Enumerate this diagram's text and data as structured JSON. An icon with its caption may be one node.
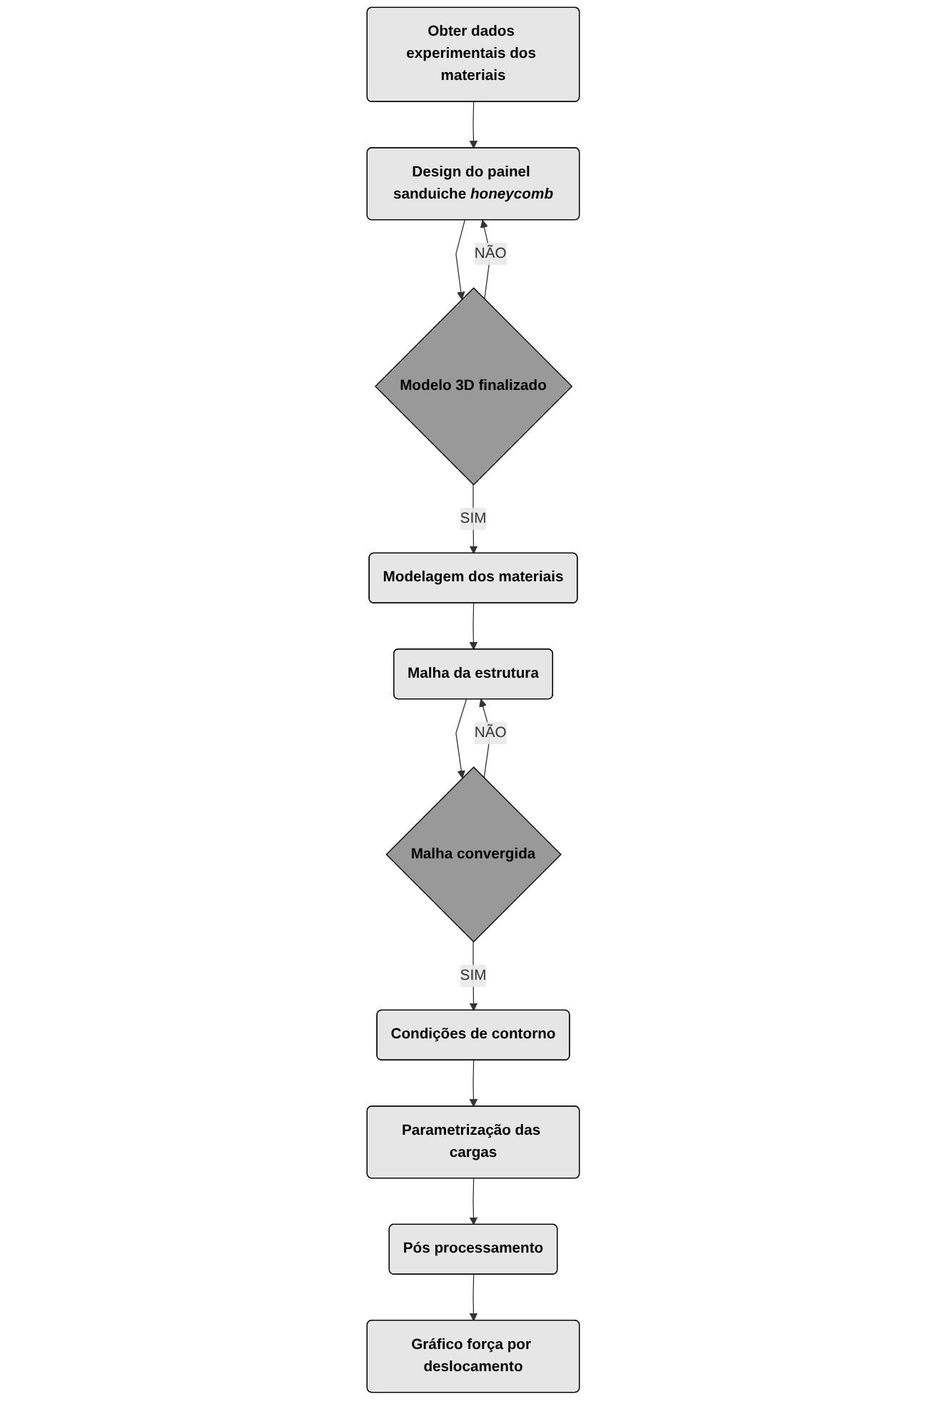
{
  "diagram": {
    "nodes": [
      {
        "text": [
          "Obter dados experimentais dos materiais"
        ]
      },
      {
        "text": [
          "Design do painel sanduiche *honeycomb*"
        ]
      },
      {
        "text": [
          "Modelo 3D finalizado"
        ]
      },
      {
        "text": [
          "Modelagem dos materiais"
        ]
      },
      {
        "text": [
          "Malha da estrutura"
        ]
      },
      {
        "text": [
          "Malha convergida"
        ]
      },
      {
        "text": [
          "Condições de contorno"
        ]
      },
      {
        "text": [
          "Parametrização das cargas"
        ]
      },
      {
        "text": [
          "Pós processamento"
        ]
      },
      {
        "text": [
          "Gráfico força por deslocamento"
        ]
      }
    ],
    "edges": [
      {
        "from": 0,
        "to": 1,
        "arrow": "to"
      },
      {
        "from": 1,
        "to": 2,
        "arrow": "to"
      },
      {
        "from": 2,
        "to": 3,
        "arrow": "to",
        "label": "SIM"
      },
      {
        "from": 2,
        "to": 1,
        "arrow": "to",
        "label": "NÃO"
      },
      {
        "from": 3,
        "to": 4,
        "arrow": "to"
      },
      {
        "from": 4,
        "to": 5,
        "arrow": "to"
      },
      {
        "from": 5,
        "to": 4,
        "arrow": "to",
        "label": "NÃO"
      },
      {
        "from": 5,
        "to": 6,
        "arrow": "to",
        "label": "SIM"
      },
      {
        "from": 6,
        "to": 7,
        "arrow": "to"
      },
      {
        "from": 7,
        "to": 8,
        "arrow": "to"
      },
      {
        "from": 8,
        "to": 9,
        "arrow": "to"
      }
    ]
  }
}
